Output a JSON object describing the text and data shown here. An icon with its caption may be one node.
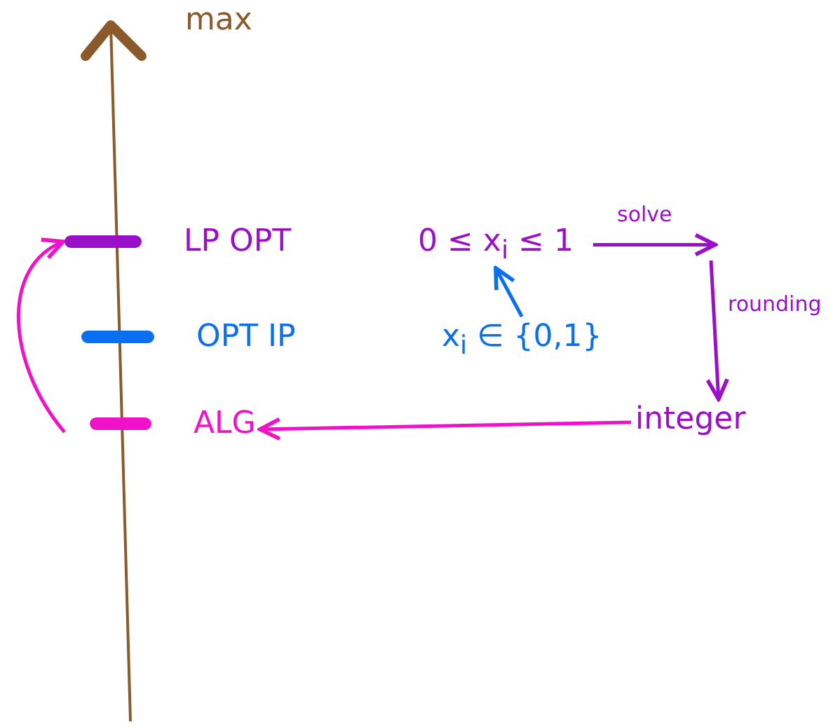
{
  "diagram": {
    "nodes": [
      {
        "text": [
          "LP OPT"
        ]
      },
      {
        "text": [
          "0 ≤ x$_{i}$ ≤ 1"
        ]
      },
      {
        "text": [
          "OPT IP"
        ]
      },
      {
        "text": [
          "x$_{i}$ ∈ {0,1}"
        ]
      },
      {
        "text": [
          "integer"
        ]
      },
      {
        "text": [
          "ALG"
        ]
      }
    ],
    "edges": [
      {
        "from": 3,
        "to": 1,
        "arrow": "to",
        "color": "#0a6ff0"
      },
      {
        "from": 1,
        "to": null,
        "arrow": "to",
        "label": "solve",
        "color": "#9a10c8"
      },
      {
        "from": null,
        "to": 4,
        "arrow": "to",
        "label": "rounding",
        "color": "#9a10c8"
      },
      {
        "from": 4,
        "to": 5,
        "arrow": "to",
        "color": "#f012c8"
      },
      {
        "from": 5,
        "to": 0,
        "arrow": "to",
        "color": "#f012c8"
      }
    ],
    "labels": [
      "max"
    ]
  }
}
